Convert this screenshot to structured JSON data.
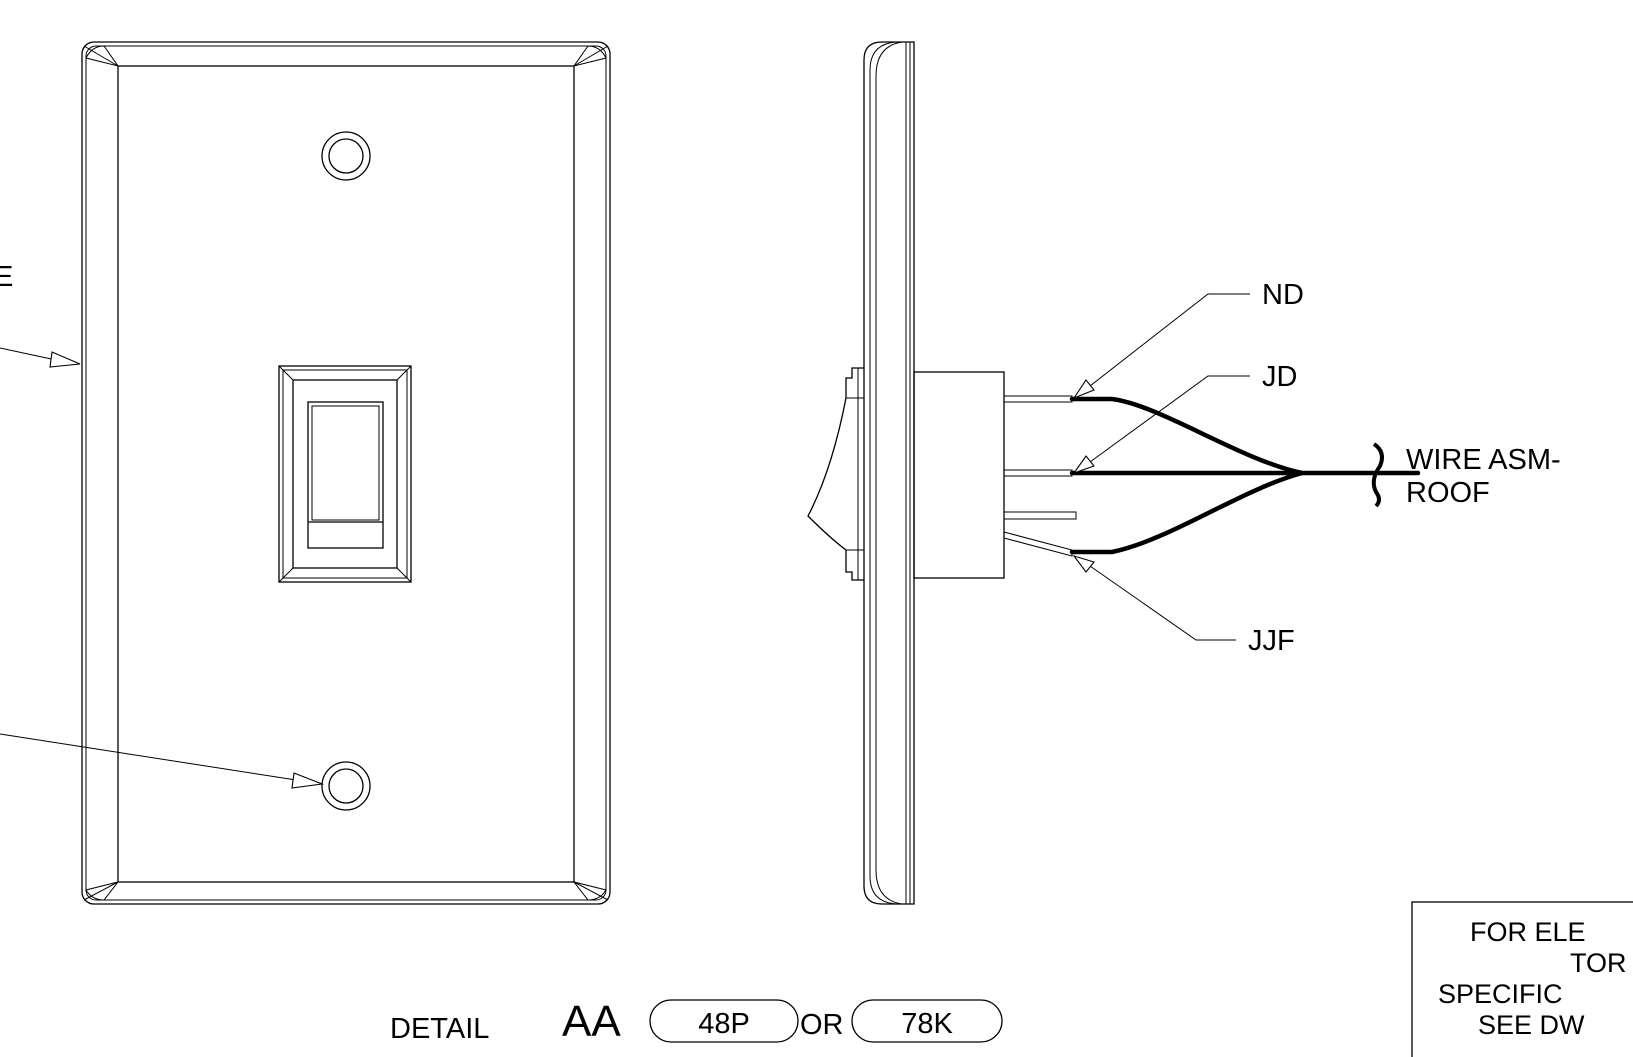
{
  "left_labels": {
    "upper_fragment": "E"
  },
  "wire_labels": {
    "nd": "ND",
    "jd": "JD",
    "jjf": "JJF",
    "wire_asm_line1": "WIRE ASM-",
    "wire_asm_line2": "ROOF"
  },
  "detail": {
    "prefix": "DETAIL",
    "id": "AA",
    "option1": "48P",
    "separator": "OR",
    "option2": "78K"
  },
  "note_box": {
    "line1": "FOR ELE",
    "line2": "TOR",
    "line3": "SPECIFIC",
    "line4": "SEE DW"
  }
}
